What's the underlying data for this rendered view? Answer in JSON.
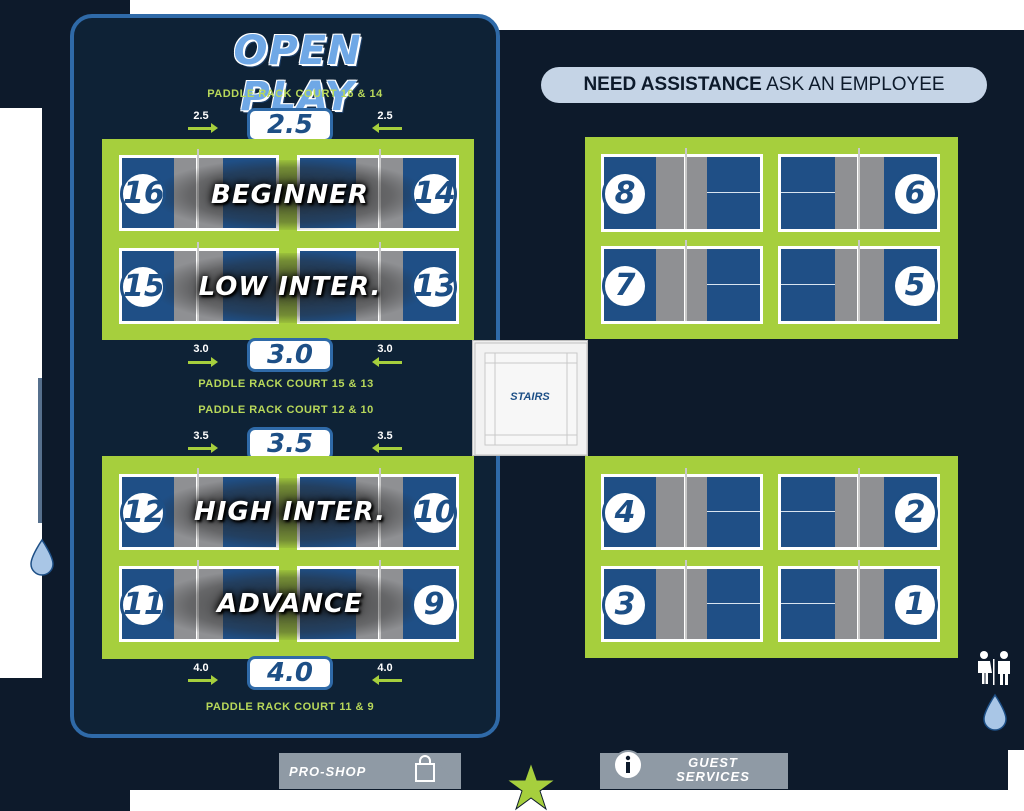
{
  "title": "OPEN PLAY",
  "assistance": {
    "bold": "NEED ASSISTANCE",
    "rest": "ASK AN EMPLOYEE"
  },
  "levels": {
    "l25": {
      "value": "2.5",
      "small": "2.5",
      "rack": "PADDLE RACK COURT 16 & 14"
    },
    "l30": {
      "value": "3.0",
      "small": "3.0",
      "rack": "PADDLE RACK COURT 15 & 13"
    },
    "l35": {
      "value": "3.5",
      "small": "3.5",
      "rack": "PADDLE RACK COURT 12 & 10"
    },
    "l40": {
      "value": "4.0",
      "small": "4.0",
      "rack": "PADDLE RACK COURT 11 & 9"
    }
  },
  "skills": {
    "beginner": "BEGINNER",
    "low": "LOW INTER.",
    "high": "HIGH INTER.",
    "advance": "ADVANCE"
  },
  "courts": {
    "c1": "1",
    "c2": "2",
    "c3": "3",
    "c4": "4",
    "c5": "5",
    "c6": "6",
    "c7": "7",
    "c8": "8",
    "c9": "9",
    "c10": "10",
    "c11": "11",
    "c12": "12",
    "c13": "13",
    "c14": "14",
    "c15": "15",
    "c16": "16"
  },
  "stairs": "STAIRS",
  "pro_shop": "PRO-SHOP",
  "guest_services": {
    "line1": "GUEST",
    "line2": "SERVICES"
  },
  "icons": [
    "water-drop-icon",
    "restroom-icon",
    "shopping-bag-icon",
    "info-icon",
    "star-icon",
    "arrow-icon"
  ],
  "colors": {
    "navy": "#0d1a2b",
    "court_blue": "#1f4f86",
    "lime": "#a6cf3d",
    "kitchen_gray": "#8f9093"
  }
}
